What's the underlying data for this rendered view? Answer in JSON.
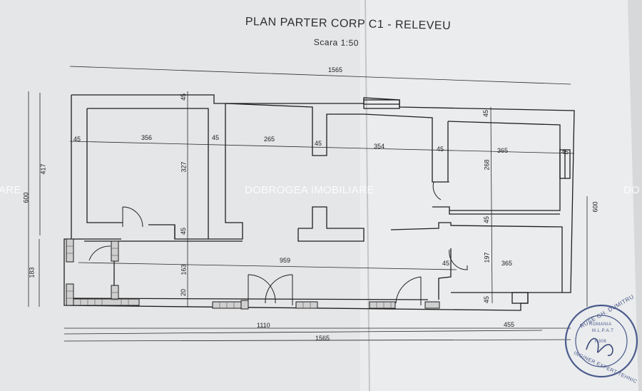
{
  "title": "PLAN  PARTER CORP C1 - RELEVEU",
  "scale": "Scara 1:50",
  "watermark": "DOBROGEA IMOBILIARE",
  "watermark_left": "ARE",
  "watermark_right": "DO",
  "dimensions": {
    "top_total": "1565",
    "bottom_total": "1565",
    "bottom_left": "1110",
    "bottom_right": "455",
    "left_417": "417",
    "left_600": "600",
    "left_183": "183",
    "right_600": "600",
    "w45_a": "45",
    "w356": "356",
    "w45_b": "45",
    "w265": "265",
    "w45_c": "45",
    "w354": "354",
    "w45_d": "45",
    "w365_top": "365",
    "w45_e": "45",
    "v45_top_left": "45",
    "v327": "327",
    "v45_mid_left": "45",
    "v163": "163",
    "v20": "20",
    "h959": "959",
    "v45_top_right": "45",
    "v268": "268",
    "v45_mid_right": "45",
    "v197": "197",
    "v45_bottom_right": "45",
    "w45_hall": "45",
    "w365_bottom": "365"
  },
  "stamp": {
    "name": "RUSE GH. DUMITRU",
    "country": "ROMANIA",
    "number": "R306",
    "role": "INGINER EXPERT TEHNIC",
    "mid": "M.L.P.A.T"
  },
  "colors": {
    "paper": "#e7e9ea",
    "wall": "#1f1f1f",
    "brick": "#6a6a6a",
    "stamp": "#4a5a8c"
  }
}
